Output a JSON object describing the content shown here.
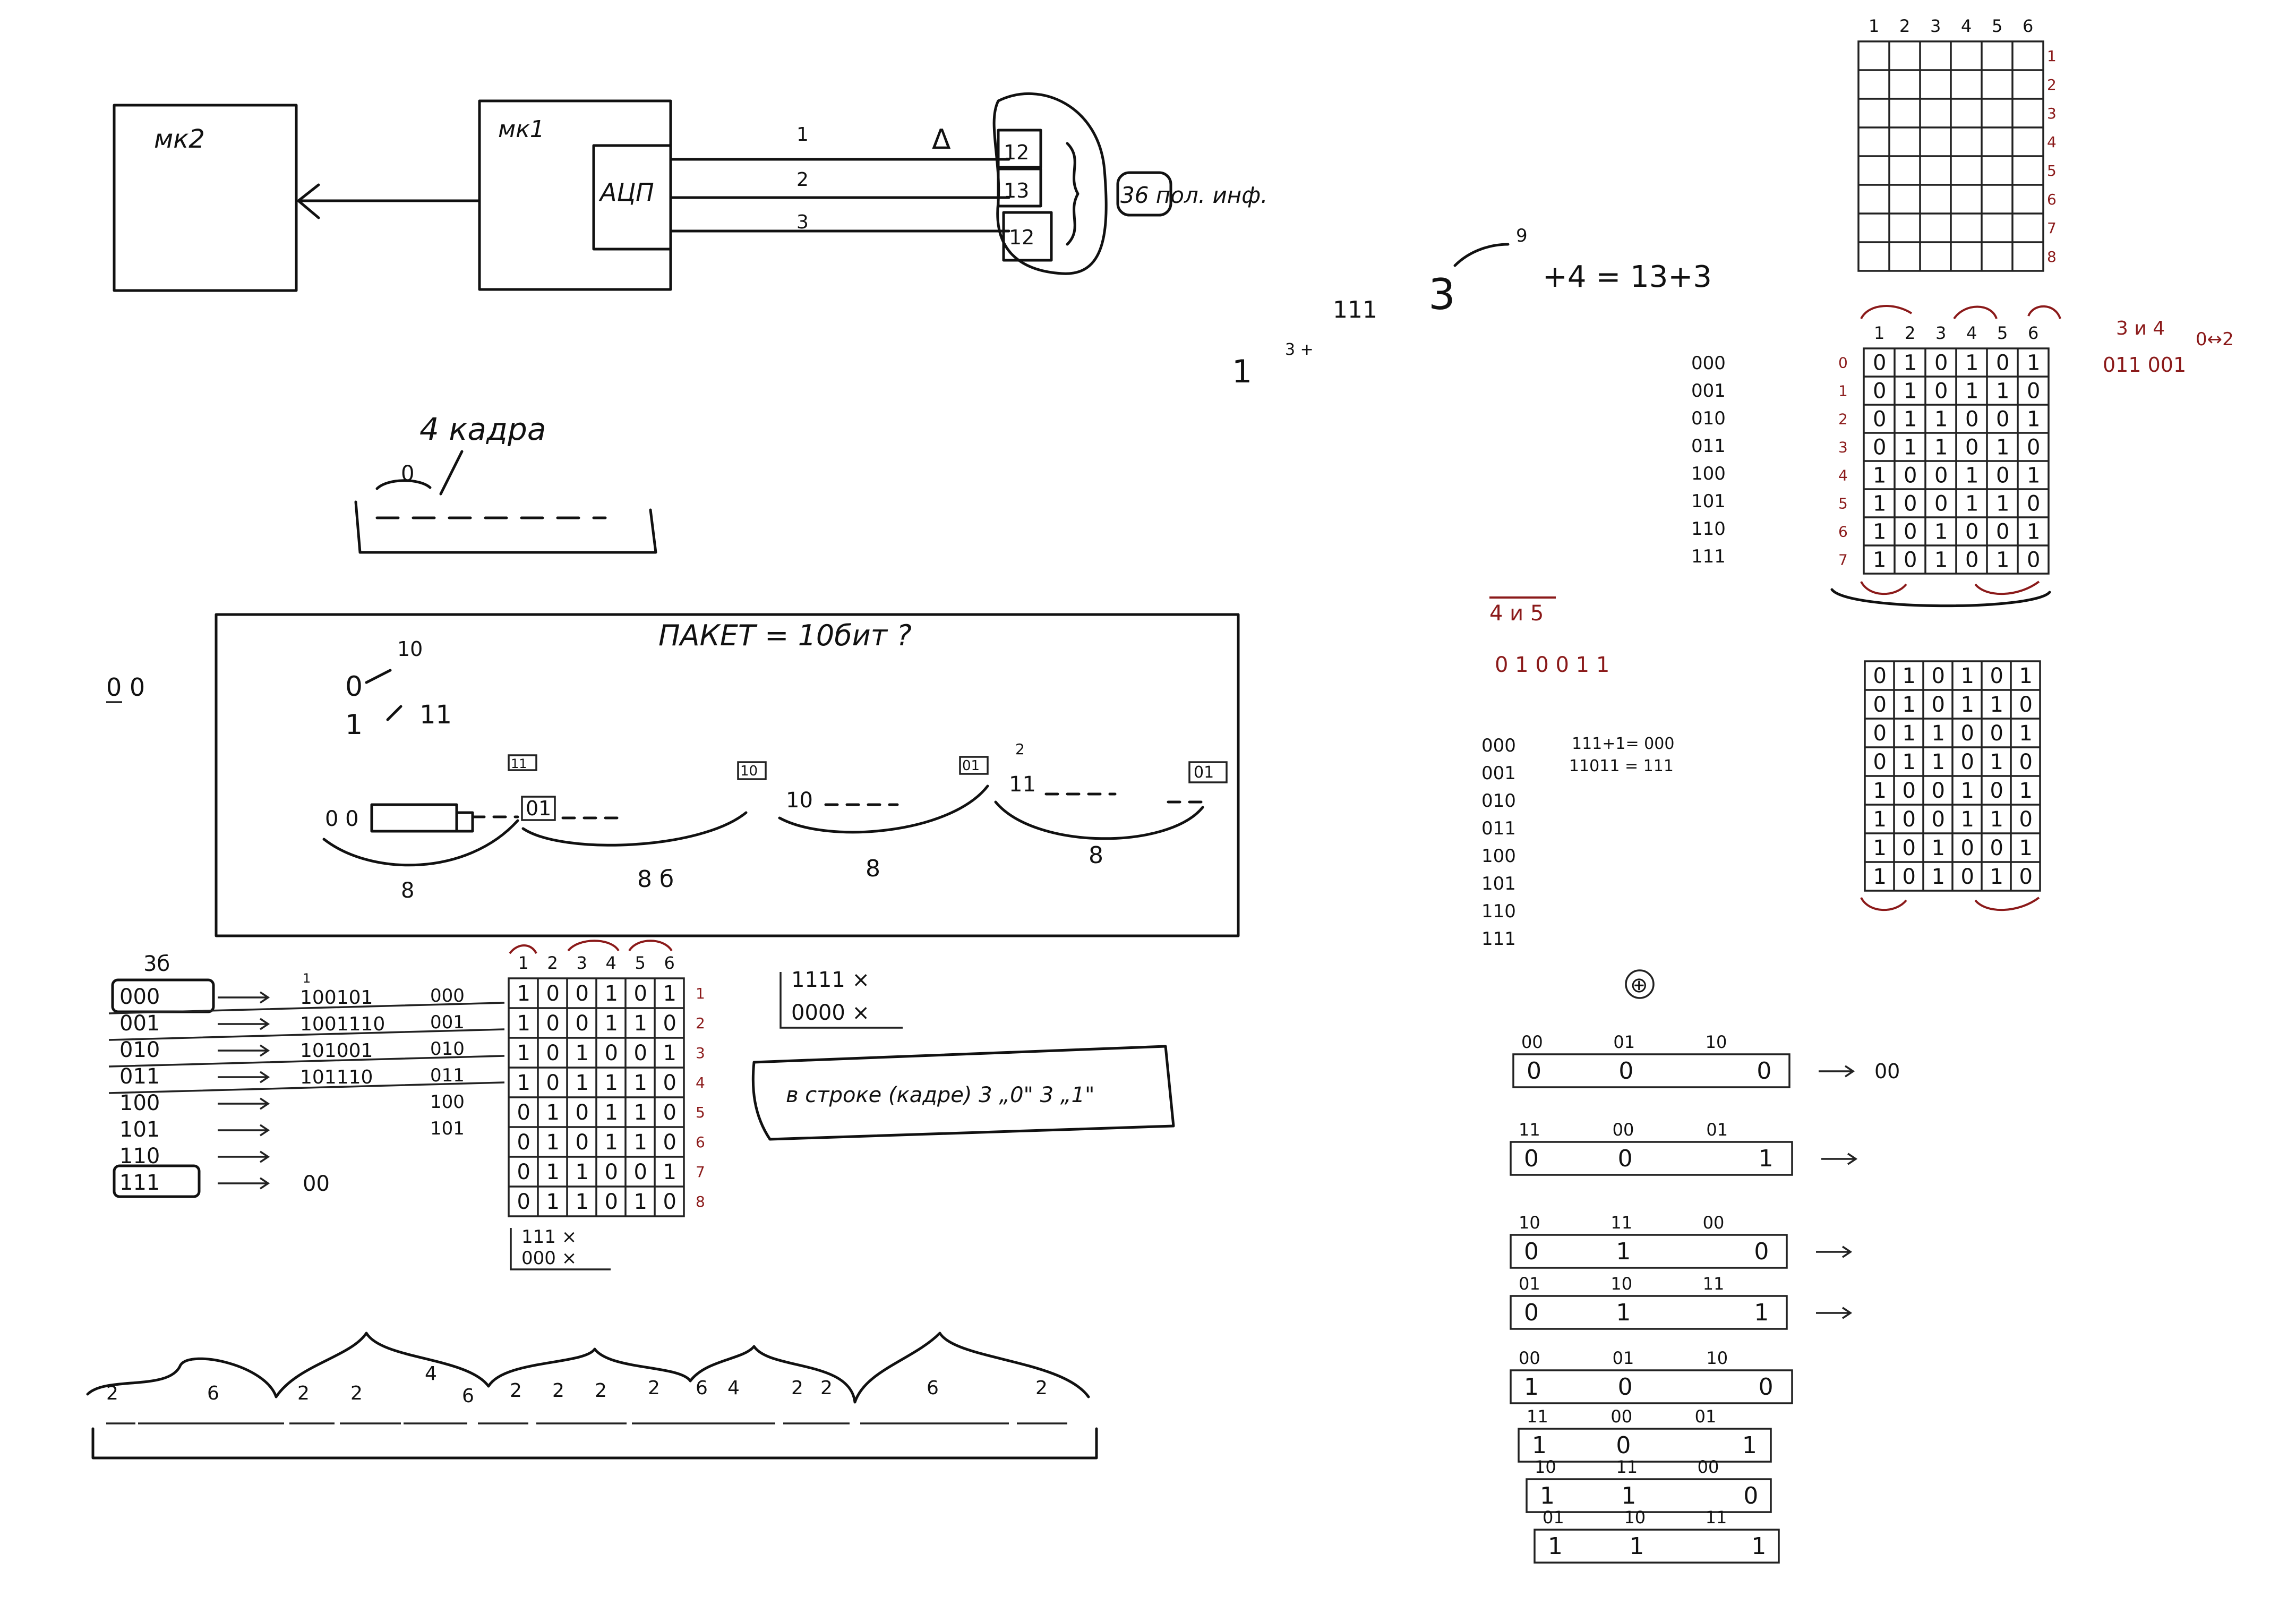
{
  "block_diagram": {
    "mk2_label": "мк2",
    "mk1_label": "мк1",
    "adc_label": "АЦП",
    "channels": [
      "1",
      "2",
      "3"
    ],
    "delta": "Δ",
    "packet_cells": [
      "12",
      "13",
      "12"
    ],
    "info_note": "36 пол. инф."
  },
  "formulas": {
    "seq_111": "111",
    "three": "3",
    "nine": "9",
    "plus_eq": "+4 = 13+3",
    "one": "1",
    "three_plus": "3 +"
  },
  "frames_note": {
    "title": "4 кадра",
    "zero": "0"
  },
  "packet_box": {
    "title": "ПАКЕТ = 10бит ?",
    "zero_arrow": "0",
    "ten": "10",
    "one_arrow": "1",
    "eleven": "11",
    "start": "0 0",
    "markers": [
      "11",
      "10",
      "01",
      "01"
    ],
    "segments": [
      "01",
      "10",
      "11"
    ],
    "two": "2",
    "widths": [
      "8",
      "8 б",
      "8",
      "8"
    ],
    "side_label": "0 0"
  },
  "left_codes": {
    "header": "3б",
    "rows": [
      "000",
      "001",
      "010",
      "011",
      "100",
      "101",
      "110",
      "111"
    ],
    "bits_header": [
      "1",
      "2",
      "3",
      "4",
      "5",
      "6"
    ],
    "bit_rows": [
      "100101",
      "1001110",
      "101001",
      "101110",
      "",
      "",
      "",
      ""
    ],
    "out_rows": [
      "000",
      "001",
      "010",
      "011",
      "100",
      "101",
      "",
      "00"
    ],
    "outputs_last": "00"
  },
  "left_grid": {
    "col_headers": [
      "1",
      "2",
      "3",
      "4",
      "5",
      "6"
    ],
    "row_numbers": [
      "1",
      "2",
      "3",
      "4",
      "5",
      "6",
      "7",
      "8"
    ],
    "cells": [
      [
        "1",
        "0",
        "0",
        "1",
        "0",
        "1"
      ],
      [
        "1",
        "0",
        "0",
        "1",
        "1",
        "0"
      ],
      [
        "1",
        "0",
        "1",
        "0",
        "0",
        "1"
      ],
      [
        "1",
        "0",
        "1",
        "1",
        "1",
        "0"
      ],
      [
        "0",
        "1",
        "0",
        "1",
        "1",
        "0"
      ],
      [
        "0",
        "1",
        "0",
        "1",
        "1",
        "0"
      ],
      [
        "0",
        "1",
        "1",
        "0",
        "0",
        "1"
      ],
      [
        "0",
        "1",
        "1",
        "0",
        "1",
        "0"
      ]
    ],
    "note_lines": [
      "111 ×",
      "000 ×"
    ]
  },
  "side_notes": {
    "ones": "1111 ×",
    "zeros": "0000 ×",
    "frame_note": "в строке (кадре) 3 „0\" 3 „1\""
  },
  "timeline": {
    "labels": [
      "2",
      "6",
      "2",
      "2",
      "4",
      "6",
      "2",
      "2",
      "2",
      "2",
      "6",
      "4",
      "2",
      "2",
      "6",
      "2"
    ]
  },
  "right_codes": {
    "list_a": [
      "000",
      "001",
      "010",
      "011",
      "100",
      "101",
      "110",
      "111"
    ],
    "list_b": [
      "000",
      "001",
      "010",
      "011",
      "100",
      "101",
      "110",
      "111"
    ],
    "eq1": "111+1= 000",
    "eq2": "11011 = 111",
    "red_label": "4 и 5",
    "red_bits": "0 1 0 0 1 1",
    "oplus": "⊕"
  },
  "top_grid": {
    "col_headers": [
      "1",
      "2",
      "3",
      "4",
      "5",
      "6"
    ],
    "row_numbers": [
      "1",
      "2",
      "3",
      "4",
      "5",
      "6",
      "7",
      "8"
    ]
  },
  "mid_grid": {
    "col_headers": [
      "1",
      "2",
      "3",
      "4",
      "5",
      "6"
    ],
    "row_numbers": [
      "0",
      "1",
      "2",
      "3",
      "4",
      "5",
      "6",
      "7"
    ],
    "cells": [
      [
        "0",
        "1",
        "0",
        "1",
        "0",
        "1"
      ],
      [
        "0",
        "1",
        "0",
        "1",
        "1",
        "0"
      ],
      [
        "0",
        "1",
        "1",
        "0",
        "0",
        "1"
      ],
      [
        "0",
        "1",
        "1",
        "0",
        "1",
        "0"
      ],
      [
        "1",
        "0",
        "0",
        "1",
        "0",
        "1"
      ],
      [
        "1",
        "0",
        "0",
        "1",
        "1",
        "0"
      ],
      [
        "1",
        "0",
        "1",
        "0",
        "0",
        "1"
      ],
      [
        "1",
        "0",
        "1",
        "0",
        "1",
        "0"
      ]
    ],
    "red_note": "3 и 4",
    "red_swap": "0↔2",
    "red_seq": "011 001"
  },
  "low_grid": {
    "cells": [
      [
        "0",
        "1",
        "0",
        "1",
        "0",
        "1"
      ],
      [
        "0",
        "1",
        "0",
        "1",
        "1",
        "0"
      ],
      [
        "0",
        "1",
        "1",
        "0",
        "0",
        "1"
      ],
      [
        "0",
        "1",
        "1",
        "0",
        "1",
        "0"
      ],
      [
        "1",
        "0",
        "0",
        "1",
        "0",
        "1"
      ],
      [
        "1",
        "0",
        "0",
        "1",
        "1",
        "0"
      ],
      [
        "1",
        "0",
        "1",
        "0",
        "0",
        "1"
      ],
      [
        "1",
        "0",
        "1",
        "0",
        "1",
        "0"
      ]
    ]
  },
  "xor_rows": [
    {
      "heads": [
        "00",
        "01",
        "10"
      ],
      "vals": [
        "0",
        "0",
        "0"
      ],
      "out": "00"
    },
    {
      "heads": [
        "11",
        "00",
        "01"
      ],
      "vals": [
        "0",
        "0",
        "1"
      ],
      "out": ""
    },
    {
      "heads": [
        "10",
        "11",
        "00"
      ],
      "vals": [
        "0",
        "1",
        "0"
      ],
      "out": ""
    },
    {
      "heads": [
        "01",
        "10",
        "11"
      ],
      "vals": [
        "0",
        "1",
        "1"
      ],
      "out": ""
    },
    {
      "heads": [
        "00",
        "01",
        "10"
      ],
      "vals": [
        "1",
        "0",
        "0"
      ],
      "out": ""
    },
    {
      "heads": [
        "11",
        "00",
        "01"
      ],
      "vals": [
        "1",
        "0",
        "1"
      ],
      "out": ""
    },
    {
      "heads": [
        "10",
        "11",
        "00"
      ],
      "vals": [
        "1",
        "1",
        "0"
      ],
      "out": ""
    },
    {
      "heads": [
        "01",
        "10",
        "11"
      ],
      "vals": [
        "1",
        "1",
        "1"
      ],
      "out": ""
    }
  ]
}
